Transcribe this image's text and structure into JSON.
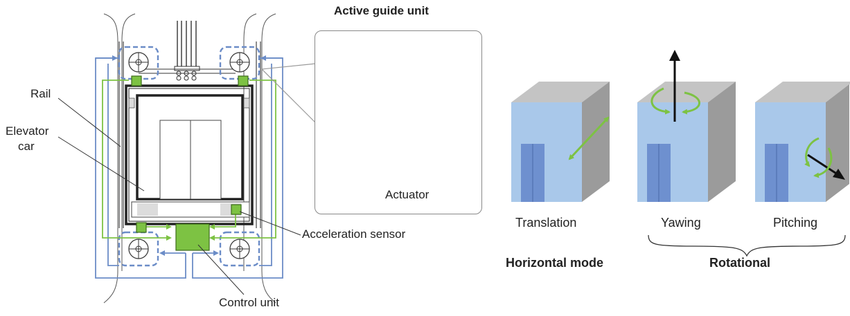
{
  "heading": "Active guide unit",
  "labels": {
    "rail": "Rail",
    "elevator_car_line1": "Elevator",
    "elevator_car_line2": "car",
    "actuator": "Actuator",
    "acceleration_sensor": "Acceleration sensor",
    "control_unit": "Control unit"
  },
  "modes": {
    "translation": "Translation",
    "yawing": "Yawing",
    "pitching": "Pitching",
    "horizontal_mode": "Horizontal mode",
    "rotational": "Rotational"
  },
  "colors": {
    "green": "#7dc243",
    "blue": "#6b8cc7",
    "frame": "#222222",
    "box_side": "#9b9b9b",
    "box_top": "#c4c4c4",
    "box_front": "#a9c8ea",
    "door": "#6e90cf"
  }
}
